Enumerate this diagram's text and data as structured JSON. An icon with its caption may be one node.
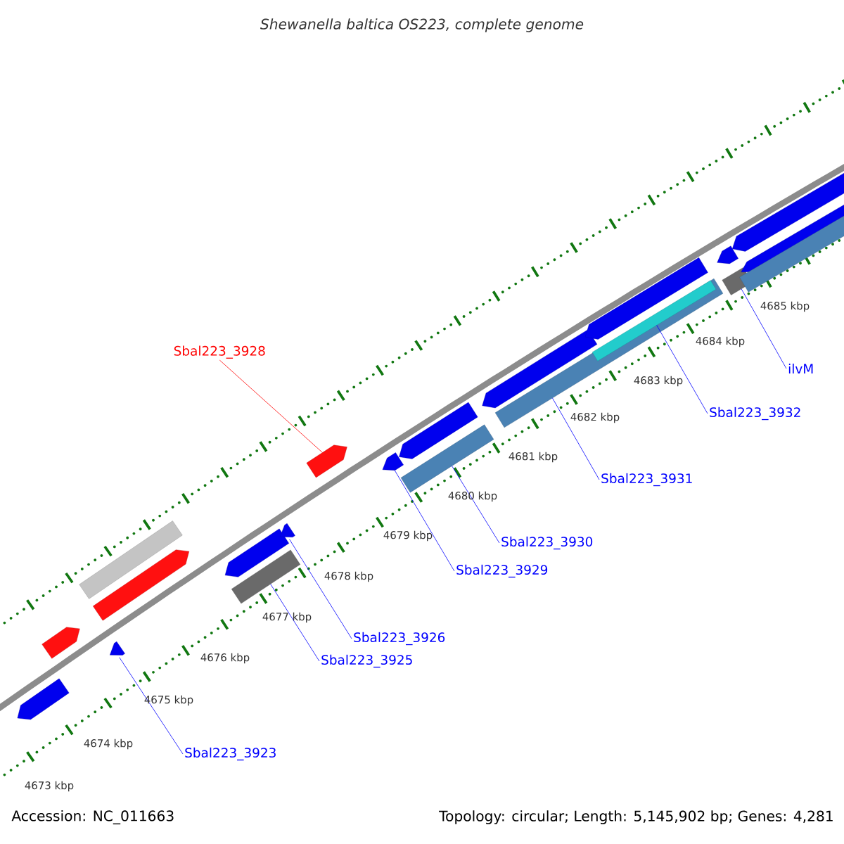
{
  "diagram": {
    "title": "Shewanella baltica OS223, complete genome",
    "nodes": [
      {
        "text": [],
        "shape": "bar"
      },
      {
        "text": [],
        "shape": "bar"
      },
      {
        "text": [],
        "shape": "bar"
      },
      {
        "text": [],
        "shape": "bar"
      },
      {
        "text": [],
        "shape": "bar"
      },
      {
        "text": [],
        "shape": "bar"
      },
      {
        "text": [],
        "shape": "bar"
      },
      {
        "text": [],
        "shape": "bar"
      },
      {
        "text": [],
        "shape": "bar"
      },
      {
        "text": [],
        "shape": "bar"
      },
      {
        "text": [],
        "shape": "bar"
      },
      {
        "text": [],
        "shape": "bar"
      },
      {
        "text": [],
        "shape": "bar"
      },
      {
        "text": [],
        "shape": "bar"
      },
      {
        "text": [],
        "shape": "bar",
        "in": 13
      },
      {
        "text": [],
        "shape": "bar"
      },
      {
        "text": [],
        "shape": "bar"
      },
      {
        "text": [],
        "shape": "bar"
      },
      {
        "text": [],
        "shape": "bar"
      },
      {
        "text": [],
        "shape": "bar"
      },
      {
        "text": [],
        "shape": "bar"
      },
      {
        "text": [
          "Sbal223_3923"
        ]
      },
      {
        "text": [
          "Sbal223_3925"
        ]
      },
      {
        "text": [
          "Sbal223_3926"
        ]
      },
      {
        "text": [
          "Sbal223_3928"
        ]
      },
      {
        "text": [
          "Sbal223_3929"
        ]
      },
      {
        "text": [
          "Sbal223_3930"
        ]
      },
      {
        "text": [
          "Sbal223_3931"
        ]
      },
      {
        "text": [
          "Sbal223_3932"
        ]
      },
      {
        "text": [
          "ilvM"
        ]
      }
    ],
    "edges": [
      {
        "from": 21,
        "to": 4,
        "arrow": "none"
      },
      {
        "from": 22,
        "to": 7,
        "arrow": "none"
      },
      {
        "from": 23,
        "to": 6,
        "arrow": "none"
      },
      {
        "from": 24,
        "to": 8,
        "arrow": "none",
        "color": "#ff0000"
      },
      {
        "from": 25,
        "to": 9,
        "arrow": "none"
      },
      {
        "from": 26,
        "to": 11,
        "arrow": "none"
      },
      {
        "from": 27,
        "to": 13,
        "arrow": "none"
      },
      {
        "from": 28,
        "to": 14,
        "arrow": "none"
      },
      {
        "from": 29,
        "to": 18,
        "arrow": "none"
      }
    ],
    "labels": [
      "4685 kbp",
      "4684 kbp",
      "4683 kbp",
      "4682 kbp",
      "4681 kbp",
      "4680 kbp",
      "4679 kbp",
      "4678 kbp",
      "4677 kbp",
      "4676 kbp",
      "4675 kbp",
      "4674 kbp",
      "4673 kbp",
      "Accession: NC_011663",
      "Topology: circular; Length: 5,145,902 bp; Genes: 4,281"
    ]
  }
}
